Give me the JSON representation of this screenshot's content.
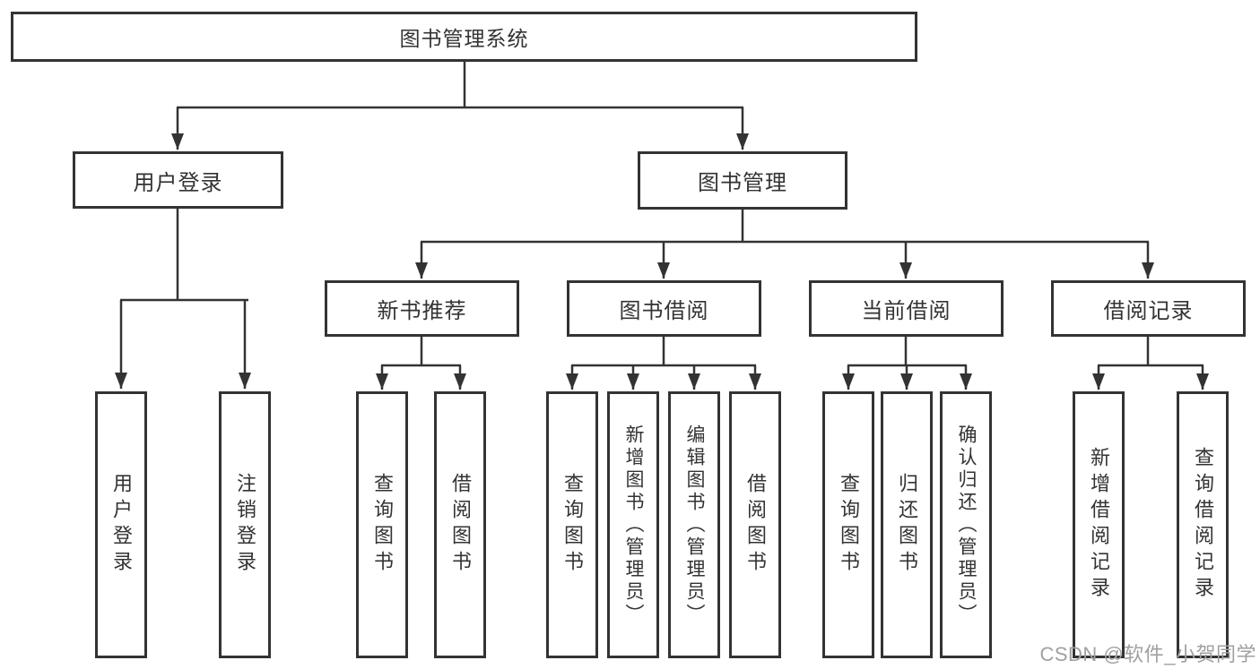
{
  "tree": {
    "root": {
      "label": "图书管理系统",
      "children": [
        {
          "label": "用户登录",
          "children": [
            {
              "label": "用户登录"
            },
            {
              "label": "注销登录"
            }
          ]
        },
        {
          "label": "图书管理",
          "children": [
            {
              "label": "新书推荐",
              "children": [
                {
                  "label": "查询图书"
                },
                {
                  "label": "借阅图书"
                }
              ]
            },
            {
              "label": "图书借阅",
              "children": [
                {
                  "label": "查询图书"
                },
                {
                  "label": "新增图书（管理员）"
                },
                {
                  "label": "编辑图书（管理员）"
                },
                {
                  "label": "借阅图书"
                }
              ]
            },
            {
              "label": "当前借阅",
              "children": [
                {
                  "label": "查询图书"
                },
                {
                  "label": "归还图书"
                },
                {
                  "label": "确认归还（管理员）"
                }
              ]
            },
            {
              "label": "借阅记录",
              "children": [
                {
                  "label": "新增借阅记录"
                },
                {
                  "label": "查询借阅记录"
                }
              ]
            }
          ]
        }
      ]
    }
  },
  "watermark": {
    "text": "CSDN @软件_小贺同学"
  },
  "colors": {
    "line": "#333333",
    "box_border": "#333333",
    "text": "#333333",
    "watermark": "#a0a0a0",
    "background": "#ffffff"
  }
}
